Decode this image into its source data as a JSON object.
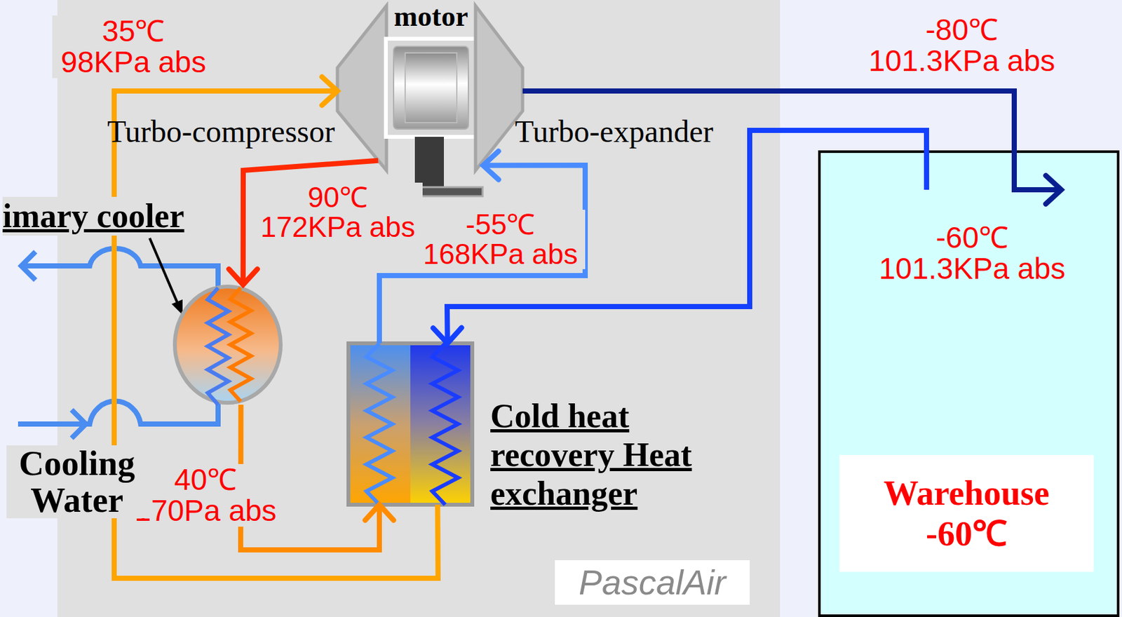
{
  "diagram": {
    "nodes": [
      {
        "text": [
          "Turbo-compressor"
        ]
      },
      {
        "text": [
          "motor"
        ]
      },
      {
        "text": [
          "Turbo-expander"
        ]
      },
      {
        "text": [
          "imary cooler"
        ]
      },
      {
        "text": [
          "Cold heat recovery Heat exchanger"
        ]
      },
      {
        "text": [
          "Warehouse -60℃"
        ]
      }
    ],
    "edges": [
      {
        "from": 0,
        "to": 3,
        "arrow": "to"
      },
      {
        "from": 3,
        "to": 4,
        "arrow": "to"
      },
      {
        "from": 4,
        "to": 2,
        "arrow": "to"
      },
      {
        "from": 2,
        "to": 5,
        "arrow": "to"
      },
      {
        "from": 5,
        "to": 4,
        "arrow": "to"
      },
      {
        "from": 4,
        "to": 0,
        "arrow": "to"
      }
    ],
    "labels": [
      "35℃ 98KPa abs",
      "90℃ 172KPa abs",
      "-55℃ 168KPa abs",
      "40℃ 170Pa abs",
      "-80℃ 101.3KPa abs",
      "-60℃ 101.3KPa abs",
      "Cooling Water",
      "PascalAir"
    ]
  }
}
